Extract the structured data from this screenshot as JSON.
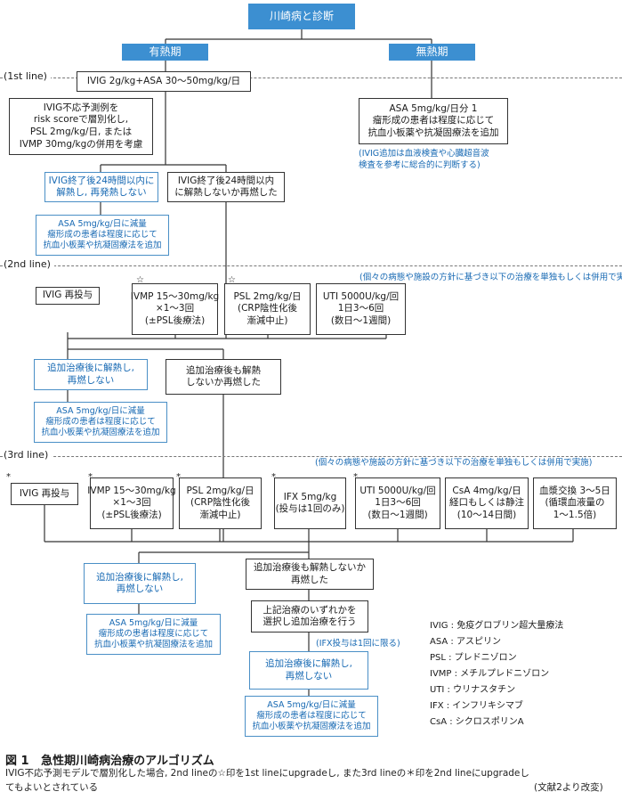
{
  "top": {
    "title": "川崎病と診断"
  },
  "phases": {
    "febrile": "有熱期",
    "afebrile": "無熱期"
  },
  "line_labels": {
    "first": "(1st line)",
    "second": "(2nd line)",
    "third": "(3rd line)"
  },
  "first": {
    "ivig": "IVIG 2g/kg+ASA 30～50mg/kg/日",
    "risk": [
      "IVIG不応予測例を",
      "risk scoreで層別化し,",
      "PSL 2mg/kg/日, または",
      "IVMP 30mg/kgの併用を考慮"
    ],
    "ok": [
      "IVIG終了後24時間以内に",
      "解熱し, 再発熱しない"
    ],
    "ok_asa": [
      "ASA 5mg/kg/日に減量",
      "瘤形成の患者は程度に応じて",
      "抗血小板薬や抗凝固療法を追加"
    ],
    "ng": [
      "IVIG終了後24時間以内",
      "に解熱しないか再燃した"
    ]
  },
  "afebrile": {
    "asa": [
      "ASA 5mg/kg/日分 1",
      "瘤形成の患者は程度に応じて",
      "抗血小板薬や抗凝固療法を追加"
    ],
    "note": [
      "(IVIG追加は血液検査や心臓超音波",
      "検査を参考に総合的に判断する)"
    ]
  },
  "second": {
    "note": "(個々の病態や施設の方針に基づき以下の治療を単独もしくは併用で実施)",
    "star": "☆",
    "ivig": "IVIG 再投与",
    "ivmp": [
      "IVMP 15～30mg/kg",
      "×1～3回",
      "(±PSL後療法)"
    ],
    "psl": [
      "PSL 2mg/kg/日",
      "(CRP陰性化後",
      "漸減中止)"
    ],
    "uti": [
      "UTI 5000U/kg/回",
      "1日3～6回",
      "(数日～1週間)"
    ],
    "ok": [
      "追加治療後に解熱し,",
      "再燃しない"
    ],
    "ng": [
      "追加治療後も解熱",
      "しないか再燃した"
    ],
    "ok_asa": [
      "ASA 5mg/kg/日に減量",
      "瘤形成の患者は程度に応じて",
      "抗血小板薬や抗凝固療法を追加"
    ]
  },
  "third": {
    "note": "(個々の病態や施設の方針に基づき以下の治療を単独もしくは併用で実施)",
    "asterisk": "*",
    "ivig": "IVIG 再投与",
    "ivmp": [
      "IVMP 15～30mg/kg",
      "×1～3回",
      "(±PSL後療法)"
    ],
    "psl": [
      "PSL 2mg/kg/日",
      "(CRP陰性化後",
      "漸減中止)"
    ],
    "ifx": [
      "IFX 5mg/kg",
      "(投与は1回のみ)"
    ],
    "uti": [
      "UTI 5000U/kg/回",
      "1日3～6回",
      "(数日～1週間)"
    ],
    "csa": [
      "CsA 4mg/kg/日",
      "経口もしくは静注",
      "(10～14日間)"
    ],
    "pe": [
      "血漿交換 3～5日",
      "(循環血液量の",
      "1～1.5倍)"
    ],
    "ok": [
      "追加治療後に解熱し,",
      "再燃しない"
    ],
    "ok_asa": [
      "ASA 5mg/kg/日に減量",
      "瘤形成の患者は程度に応じて",
      "抗血小板薬や抗凝固療法を追加"
    ],
    "ng": [
      "追加治療後も解熱しないか",
      "再燃した"
    ],
    "select": [
      "上記治療のいずれかを",
      "選択し追加治療を行う"
    ],
    "ifx_note": "(IFX投与は1回に限る)",
    "final_ok": [
      "追加治療後に解熱し,",
      "再燃しない"
    ],
    "final_asa": [
      "ASA 5mg/kg/日に減量",
      "瘤形成の患者は程度に応じて",
      "抗血小板薬や抗凝固療法を追加"
    ]
  },
  "legend": [
    "IVIG : 免疫グロブリン超大量療法",
    "ASA : アスピリン",
    "PSL : プレドニゾロン",
    "IVMP : メチルプレドニゾロン",
    "UTI : ウリナスタチン",
    "IFX : インフリキシマブ",
    "CsA : シクロスポリンA"
  ],
  "caption": {
    "figure": "図 1",
    "title": "急性期川崎病治療のアルゴリズム",
    "text1": "IVIG不応予測モデルで層別化した場合, 2nd lineの☆印を1st lineにupgradeし, また3rd lineの＊印を2nd lineにupgradeし",
    "text2": "てもよいとされている",
    "source": "(文献2より改変)"
  },
  "colors": {
    "header": "#3c8fd1",
    "blue_text": "#1769b3",
    "border": "#333333"
  }
}
